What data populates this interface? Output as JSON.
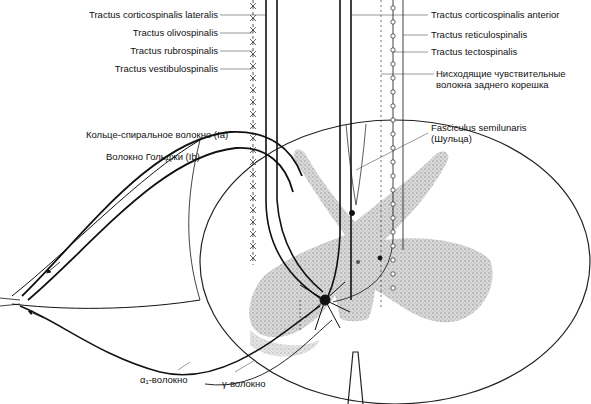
{
  "diagram": {
    "labels": [
      "Tractus corticospinalis lateralis",
      "Tractus olivospinalis",
      "Tractus rubrospinalis",
      "Tractus vestibulospinalis",
      "Кольце-спиральное волокно (Ia)",
      "Волокно Гольджи (Ib)",
      "α₁-волокно",
      "γ-волокно",
      "Tractus corticospinalis anterior",
      "Tractus reticulospinalis",
      "Tractus tectospinalis",
      "Нисходящие чувствительные волокна заднего корешка",
      "Fasciculus semilunaris (Шульца)"
    ]
  }
}
